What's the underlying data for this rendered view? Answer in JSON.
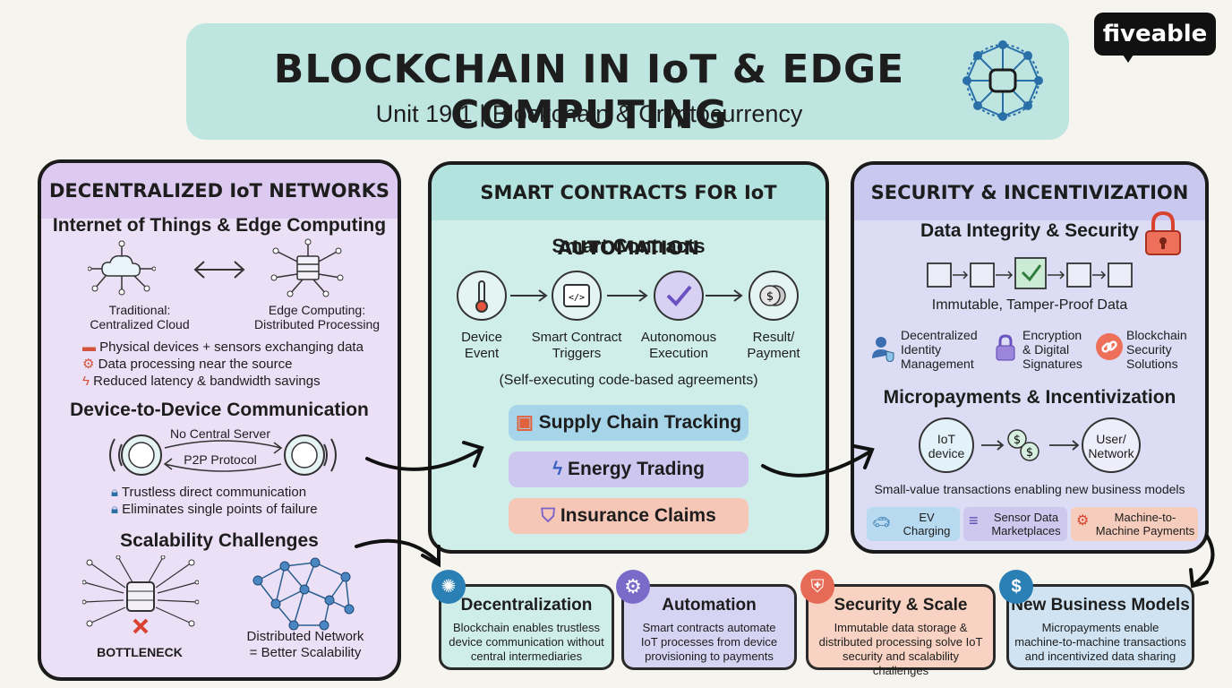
{
  "header": {
    "title": "BLOCKCHAIN IN IoT & EDGE COMPUTING",
    "subtitle": "Unit 19.1 | Blockchain & Cryptocurrency",
    "logo": "fiveable",
    "network_icon": "blockchain-network-icon"
  },
  "left": {
    "banner": "DECENTRALIZED IoT NETWORKS",
    "iot": {
      "title": "Internet of Things & Edge Computing",
      "traditional": [
        "Traditional:",
        "Centralized Cloud"
      ],
      "edge": [
        "Edge Computing:",
        "Distributed Processing"
      ],
      "bullets": [
        {
          "icon": "sensor-icon",
          "text": "Physical devices + sensors exchanging data"
        },
        {
          "icon": "gear-icon",
          "text": "Data processing near the source"
        },
        {
          "icon": "lightning-icon",
          "text": "Reduced latency & bandwidth savings"
        }
      ]
    },
    "d2d": {
      "title": "Device-to-Device Communication",
      "no_server": "No Central Server",
      "protocol": "P2P Protocol",
      "bullets": [
        {
          "icon": "lock-icon",
          "text": "Trustless direct communication"
        },
        {
          "icon": "lock-icon",
          "text": "Eliminates single points of failure"
        }
      ]
    },
    "scale": {
      "title": "Scalability Challenges",
      "bottleneck": "BOTTLENECK",
      "distributed": [
        "Distributed Network",
        "= Better Scalability"
      ]
    }
  },
  "middle": {
    "banner": "SMART CONTRACTS FOR IoT AUTOMATION",
    "title": "Smart Contracts",
    "flow": [
      {
        "icon": "thermometer-icon",
        "label": [
          "Device",
          "Event"
        ]
      },
      {
        "icon": "code-icon",
        "label": [
          "Smart Contract",
          "Triggers"
        ]
      },
      {
        "icon": "checkmark-icon",
        "label": [
          "Autonomous",
          "Execution"
        ]
      },
      {
        "icon": "coins-icon",
        "label": [
          "Result/",
          "Payment"
        ]
      }
    ],
    "caption": "(Self-executing code-based agreements)",
    "uses": [
      {
        "icon": "box-icon",
        "label": "Supply Chain Tracking",
        "color": "#a6d5ea"
      },
      {
        "icon": "lightning-icon",
        "label": "Energy Trading",
        "color": "#cdc6ef"
      },
      {
        "icon": "shield-icon",
        "label": "Insurance Claims",
        "color": "#f6c6b6"
      }
    ]
  },
  "right": {
    "banner": "SECURITY & INCENTIVIZATION",
    "integrity": {
      "title": "Data Integrity & Security",
      "caption": "Immutable, Tamper-Proof Data"
    },
    "features": [
      {
        "icon": "user-shield-icon",
        "label": [
          "Decentralized",
          "Identity",
          "Management"
        ]
      },
      {
        "icon": "lock-icon",
        "label": [
          "Encryption",
          "& Digital",
          "Signatures"
        ]
      },
      {
        "icon": "chain-icon",
        "label": [
          "Blockchain",
          "Security",
          "Solutions"
        ]
      }
    ],
    "micro": {
      "title": "Micropayments & Incentivization",
      "device": [
        "IoT",
        "device"
      ],
      "user": [
        "User/",
        "Network"
      ],
      "caption": "Small-value transactions enabling new business models"
    },
    "apps": [
      {
        "icon": "car-plug-icon",
        "label": [
          "EV",
          "Charging"
        ],
        "color": "#b8daf0"
      },
      {
        "icon": "database-icon",
        "label": [
          "Sensor Data",
          "Marketplaces"
        ],
        "color": "#cfc8ee"
      },
      {
        "icon": "gear-icon",
        "label": [
          "Machine-to-",
          "Machine Payments"
        ],
        "color": "#f6ccbc"
      }
    ]
  },
  "summary": [
    {
      "icon": "network-icon",
      "title": "Decentralization",
      "desc": [
        "Blockchain enables trustless",
        "device communication without",
        "central intermediaries"
      ],
      "color": "#cfeee9",
      "iconColor": "#2a7fb5"
    },
    {
      "icon": "gear-icon",
      "title": "Automation",
      "desc": [
        "Smart contracts automate",
        "IoT processes from device",
        "provisioning to payments"
      ],
      "color": "#d6d3f3",
      "iconColor": "#7b6bc9"
    },
    {
      "icon": "shield-lock-icon",
      "title": "Security & Scale",
      "desc": [
        "Immutable data storage &",
        "distributed processing solve IoT",
        "security and scalability challenges"
      ],
      "color": "#f8d2c2",
      "iconColor": "#e66a56"
    },
    {
      "icon": "coin-icon",
      "title": "New Business Models",
      "desc": [
        "Micropayments enable",
        "machine-to-machine transactions",
        "and incentivized data sharing"
      ],
      "color": "#cfe3f2",
      "iconColor": "#2a7fb5"
    }
  ]
}
